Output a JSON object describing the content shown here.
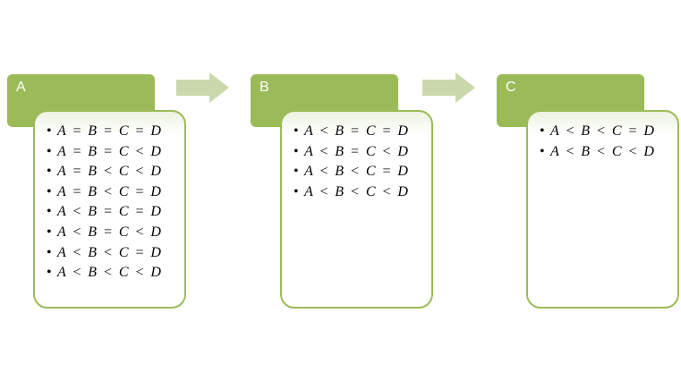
{
  "diagram": {
    "boxes": [
      {
        "label": "A",
        "items": [
          "A = B = C = D",
          "A = B = C < D",
          "A = B < C < D",
          "A = B < C = D",
          "A < B = C = D",
          "A < B = C < D",
          "A < B < C = D",
          "A < B < C < D"
        ]
      },
      {
        "label": "B",
        "items": [
          "A < B = C = D",
          "A < B = C < D",
          "A < B < C = D",
          "A < B < C < D"
        ]
      },
      {
        "label": "C",
        "items": [
          "A < B < C = D",
          "A < B < C < D"
        ]
      }
    ],
    "arrows": [
      {
        "icon": "right-block-arrow",
        "from": "A",
        "to": "B"
      },
      {
        "icon": "right-block-arrow",
        "from": "B",
        "to": "C"
      }
    ],
    "colors": {
      "header_fill": "#9BBB59",
      "card_border": "#9BBB59",
      "card_top_tint": "#ECF2DE",
      "arrow_fill": "#CBD8AB",
      "header_label_text": "#FFFFFF",
      "item_text": "#000000"
    }
  }
}
